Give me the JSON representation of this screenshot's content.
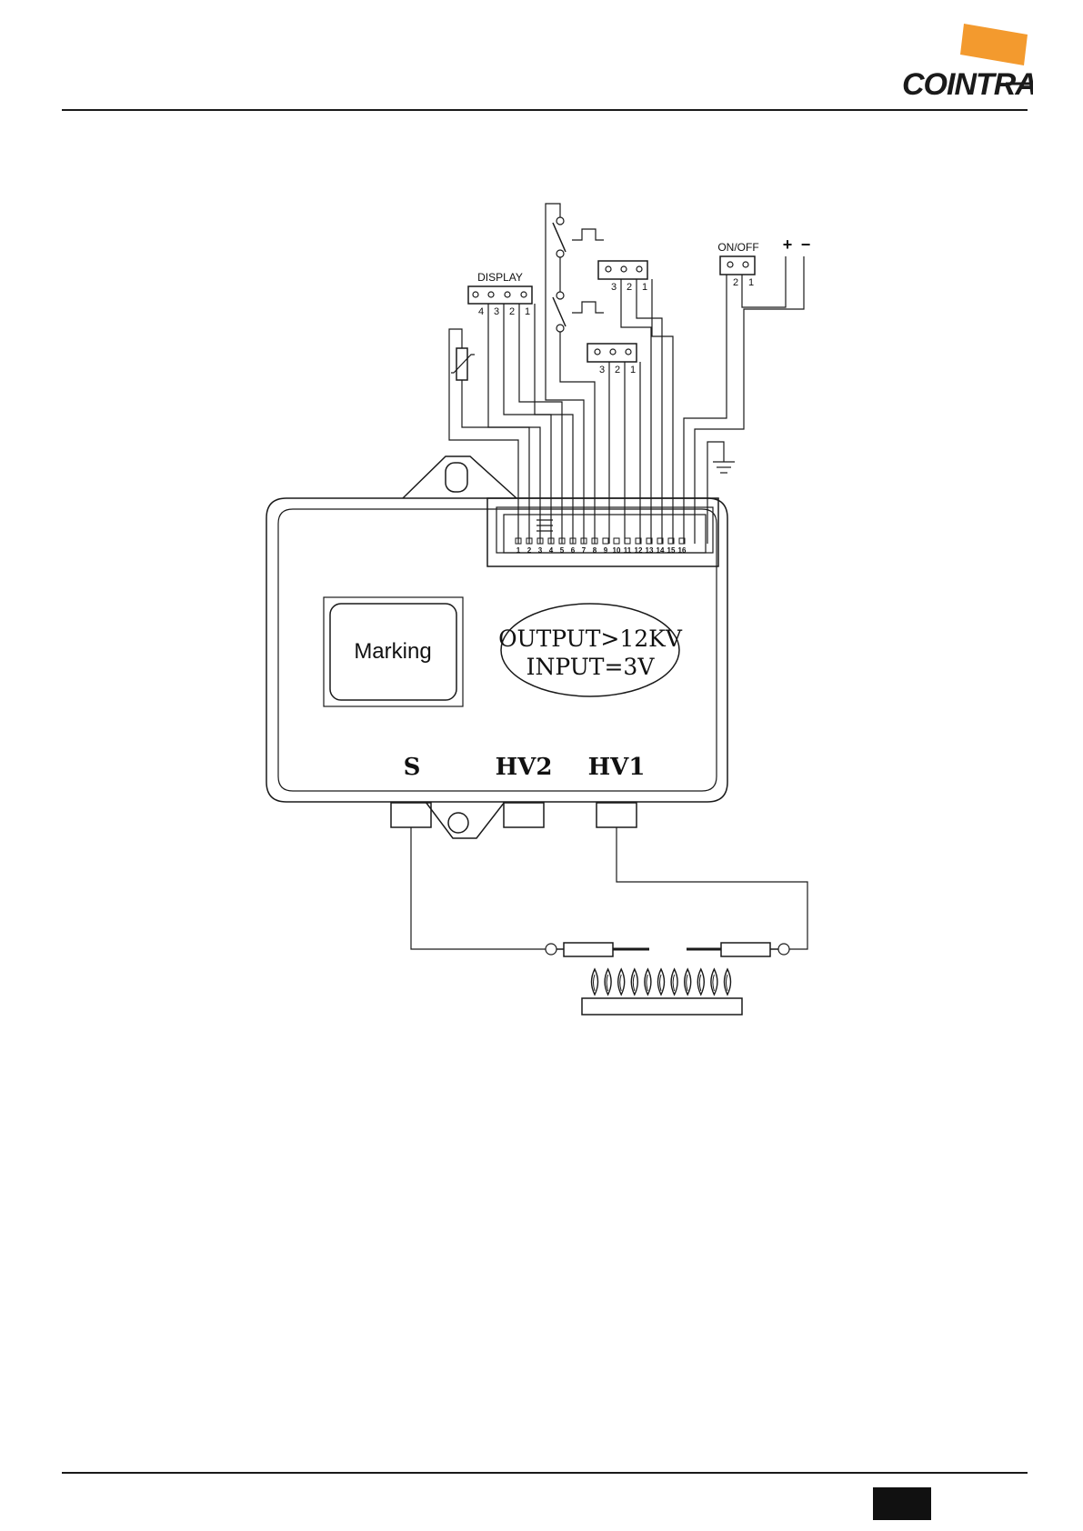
{
  "header": {
    "logo_text": "COINTRA",
    "logo_accent": "#f39a2e"
  },
  "diagram": {
    "display_title": "DISPLAY",
    "display_pins": [
      "4",
      "3",
      "2",
      "1"
    ],
    "connector_a_pins": [
      "3",
      "2",
      "1"
    ],
    "connector_b_pins": [
      "3",
      "2",
      "1"
    ],
    "onoff_title": "ON/OFF",
    "onoff_pins": [
      "2",
      "1"
    ],
    "power_plus": "+",
    "power_minus": "−",
    "terminal_pins": [
      "1",
      "2",
      "3",
      "4",
      "5",
      "6",
      "7",
      "8",
      "9",
      "10",
      "11",
      "12",
      "13",
      "14",
      "15",
      "16"
    ],
    "marking_label": "Marking",
    "output_label": "OUTPUT>12KV",
    "input_label": "INPUT=3V",
    "port_s": "S",
    "port_hv2": "HV2",
    "port_hv1": "HV1"
  }
}
